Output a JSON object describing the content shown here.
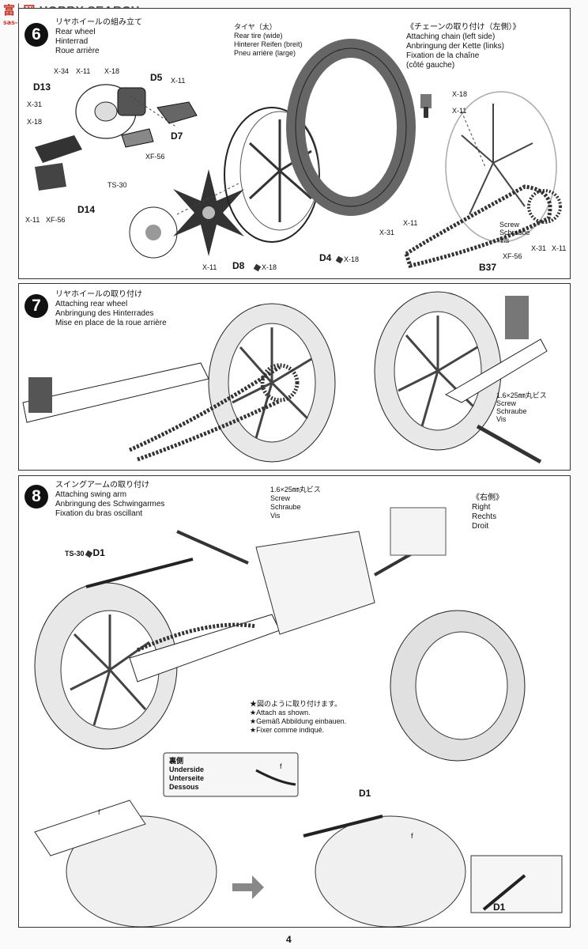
{
  "watermark": {
    "brand_cn": "富",
    "brand_sep": "│",
    "brand_cn2": "网",
    "brand_en": "HOBBY SEARCH",
    "url": "sas-hobby.com"
  },
  "step6": {
    "number": "6",
    "title": [
      "リヤホイールの組み立て",
      "Rear wheel",
      "Hinterrad",
      "Roue arrière"
    ],
    "tire": [
      "タイヤ（太）",
      "Rear tire (wide)",
      "Hinterer Reifen (breit)",
      "Pneu arrière (large)"
    ],
    "chain": [
      "《チェーンの取り付け（左側）》",
      "Attaching chain (left side)",
      "Anbringung der Kette (links)",
      "Fixation de la chaîne",
      "(côté gauche)"
    ],
    "parts": {
      "D5": "D5",
      "D7": "D7",
      "D13": "D13",
      "D14": "D14",
      "D8": "D8",
      "D4": "D4",
      "B37": "B37"
    },
    "labels": {
      "x34": "X-34",
      "x11": "X-11",
      "x18": "X-18",
      "x31": "X-31",
      "xf56": "XF-56",
      "ts30": "TS-30"
    },
    "screw": [
      "Screw",
      "Schraube",
      "Vis"
    ]
  },
  "step7": {
    "number": "7",
    "title": [
      "リヤホイールの取り付け",
      "Attaching rear wheel",
      "Anbringung des Hinterrades",
      "Mise en place de la roue arrière"
    ],
    "screw": [
      "1.6×25㎜丸ビス",
      "Screw",
      "Schraube",
      "Vis"
    ]
  },
  "step8": {
    "number": "8",
    "title": [
      "スイングアームの取り付け",
      "Attaching swing arm",
      "Anbringung des Schwingarmes",
      "Fixation du bras oscillant"
    ],
    "screw": [
      "1.6×25㎜丸ビス",
      "Screw",
      "Schraube",
      "Vis"
    ],
    "right": [
      "《右側》",
      "Right",
      "Rechts",
      "Droit"
    ],
    "ts30": "TS-30",
    "d1": "D1",
    "note": [
      "★図のように取り付けます。",
      "★Attach as shown.",
      "★Gemäß Abbildung einbauen.",
      "★Fixer comme indiqué."
    ],
    "underside": [
      "裏側",
      "Underside",
      "Unterseite",
      "Dessous"
    ],
    "f": "f"
  },
  "page_number": "4"
}
